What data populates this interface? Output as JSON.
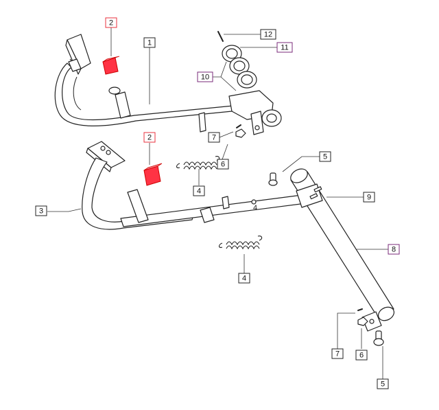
{
  "colors": {
    "outline": "#222222",
    "default_box": "#222222",
    "highlight_red": "#e8323c",
    "highlight_purple": "#7a2a7a",
    "pad_fill": "#ff3344"
  },
  "callouts": [
    {
      "id": "c-2-top",
      "label": "2",
      "variant": "red"
    },
    {
      "id": "c-1",
      "label": "1",
      "variant": "default"
    },
    {
      "id": "c-12",
      "label": "12",
      "variant": "default"
    },
    {
      "id": "c-11",
      "label": "11",
      "variant": "purple"
    },
    {
      "id": "c-10",
      "label": "10",
      "variant": "purple"
    },
    {
      "id": "c-2-mid",
      "label": "2",
      "variant": "red"
    },
    {
      "id": "c-7-top",
      "label": "7",
      "variant": "default"
    },
    {
      "id": "c-6-top",
      "label": "6",
      "variant": "default"
    },
    {
      "id": "c-4-top",
      "label": "4",
      "variant": "default"
    },
    {
      "id": "c-5-top",
      "label": "5",
      "variant": "default"
    },
    {
      "id": "c-9",
      "label": "9",
      "variant": "default"
    },
    {
      "id": "c-3",
      "label": "3",
      "variant": "default"
    },
    {
      "id": "c-8",
      "label": "8",
      "variant": "purple"
    },
    {
      "id": "c-4-bottom",
      "label": "4",
      "variant": "default"
    },
    {
      "id": "c-7-bottom",
      "label": "7",
      "variant": "default"
    },
    {
      "id": "c-6-bottom",
      "label": "6",
      "variant": "default"
    },
    {
      "id": "c-5-bottom",
      "label": "5",
      "variant": "default"
    }
  ],
  "inline_labels": {
    "spring_hook_label": "4"
  }
}
